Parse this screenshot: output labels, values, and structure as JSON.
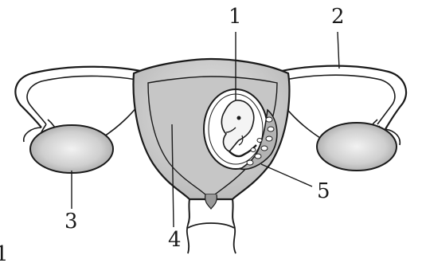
{
  "diagram": {
    "labels": [
      "1",
      "2",
      "3",
      "4",
      "5"
    ],
    "corner_mark": "1",
    "colors": {
      "line": "#1a1a1a",
      "fill_light": "#d9d9d9",
      "fill_mid": "#c2c2c2",
      "fill_dark": "#a9a9a9"
    }
  }
}
